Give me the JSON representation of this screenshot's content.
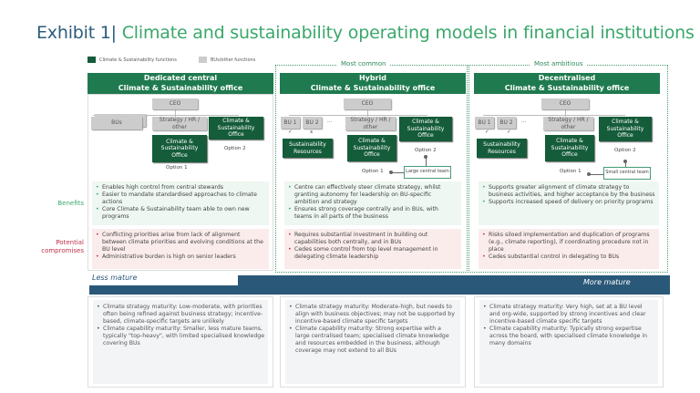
{
  "title": {
    "exhibit": "Exhibit 1|",
    "text": " Climate and sustainability operating models in financial institutions"
  },
  "legend": {
    "green": "Climate & Sustainability functions",
    "grey": "BUs/other functions",
    "colors": {
      "green": "#155c3a",
      "grey": "#cccccc"
    }
  },
  "side_labels": {
    "benefits": "Benefits",
    "compromises_1": "Potential",
    "compromises_2": "compromises"
  },
  "columns": [
    {
      "tag": "",
      "header_1": "Dedicated central",
      "header_2": "Climate & Sustainability office",
      "org": {
        "ceo": "CEO",
        "bus": "BUs",
        "strategy": "Strategy / HR / other",
        "office": "Climate & Sustainability Office",
        "option1": "Option 1",
        "option2": "Option 2"
      },
      "benefits": [
        "Enables high control from central stewards",
        "Easier to mandate standardised approaches to climate actions",
        "Core Climate & Sustainability team able to own new programs"
      ],
      "compromises": [
        "Conflicting priorities arise from lack of alignment between climate priorities and evolving conditions at the BU level",
        "Administrative burden is high on senior leaders"
      ],
      "maturity": [
        "Climate strategy maturity: Low-moderate, with priorities often being refined against business strategy; incentive-based, climate-specific targets are unlikely",
        "Climate capability maturity: Smaller, less mature teams, typically \"top-heavy\", with limited specialised knowledge covering BUs"
      ]
    },
    {
      "tag": "Most common",
      "header_1": "Hybrid",
      "header_2": "Climate & Sustainability office",
      "org": {
        "ceo": "CEO",
        "bu1": "BU 1",
        "bu2": "BU 2",
        "dots": "...",
        "check1": "✓",
        "check2": "x",
        "strategy": "Strategy / HR / other",
        "resources": "Sustainability Resources",
        "office": "Climate & Sustainability Office",
        "option1": "Option 1",
        "option2": "Option 2",
        "team": "Large central team"
      },
      "benefits": [
        "Centre can effectively steer climate strategy, whilst granting autonomy for leadership on BU-specific ambition and strategy",
        "Ensures strong coverage centrally and in BUs, with teams in all parts of the business"
      ],
      "compromises": [
        "Requires substantial investment in building out capabilities both centrally, and in BUs",
        "Cedes some control from top level management in delegating climate leadership"
      ],
      "maturity": [
        "Climate strategy maturity: Moderate-high, but needs to align with business objectives; may not be supported by incentive-based climate specific targets",
        "Climate capability maturity: Strong expertise with a large centralised team; specialised climate knowledge and resources embedded in the business, although coverage may not extend to all BUs"
      ]
    },
    {
      "tag": "Most ambitious",
      "header_1": "Decentralised",
      "header_2": "Climate & Sustainability office",
      "org": {
        "ceo": "CEO",
        "bu1": "BU 1",
        "bu2": "BU 2",
        "dots": "...",
        "check1": "✓",
        "check2": "✓",
        "strategy": "Strategy / HR / other",
        "resources": "Sustainability Resources",
        "office": "Climate & Sustainability Office",
        "option1": "Option 1",
        "option2": "Option 2",
        "team": "Small central team"
      },
      "benefits": [
        "Supports greater alignment of climate strategy to business activities, and higher acceptance by the business",
        "Supports increased speed of delivery on priority programs"
      ],
      "compromises": [
        "Risks siloed implementation and duplication of programs (e.g., climate reporting), if coordinating procedure not in place",
        "Cedes substantial control in delegating to BUs"
      ],
      "maturity": [
        "Climate strategy maturity: Very high, set at a BU level and org-wide, supported by strong incentives and clear incentive-based climate specific targets",
        "Climate capability maturity: Typically strong expertise across the board, with specialised climate knowledge in many domains"
      ]
    }
  ],
  "scale": {
    "less": "Less mature",
    "more": "More mature",
    "color": "#2a5878"
  }
}
